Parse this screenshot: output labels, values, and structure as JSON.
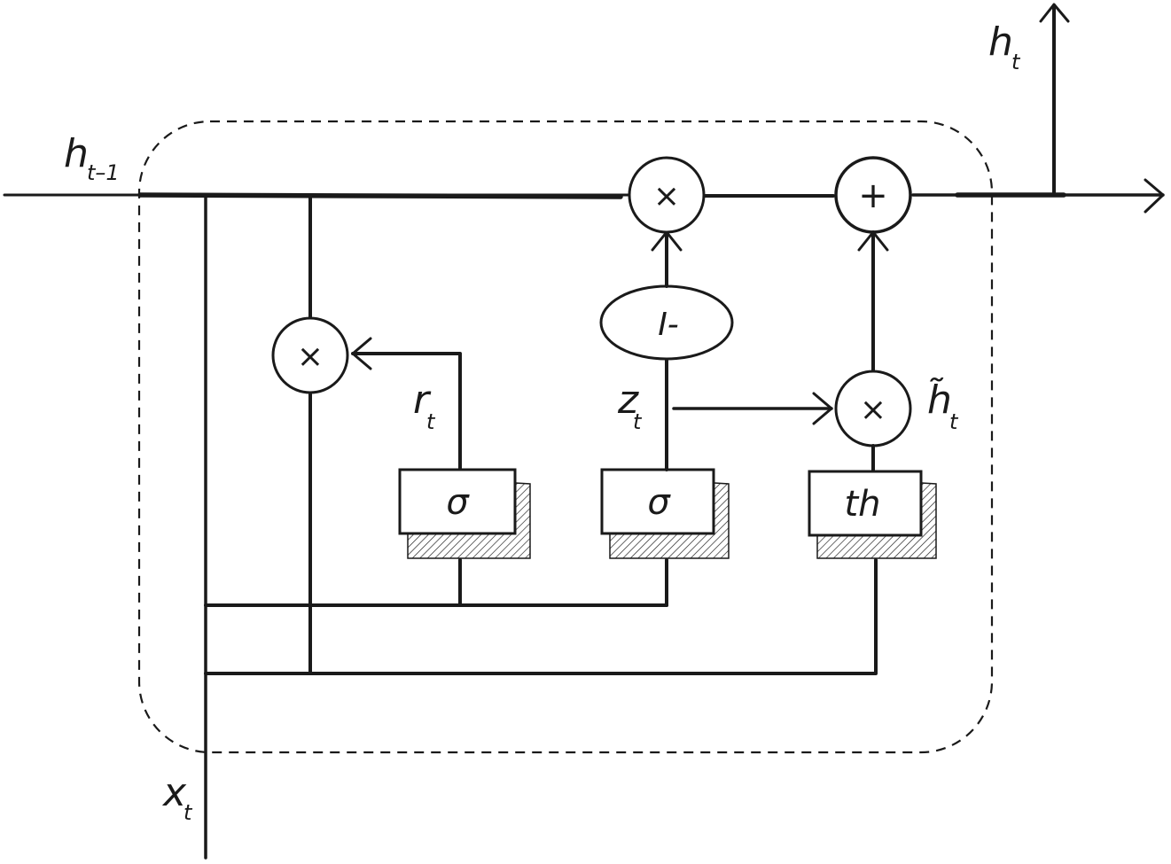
{
  "labels": {
    "h_prev": {
      "base": "h",
      "sub": "t–1"
    },
    "h_out": {
      "base": "h",
      "sub": "t"
    },
    "x_in": {
      "base": "x",
      "sub": "t"
    },
    "reset": {
      "base": "r",
      "sub": "t"
    },
    "update": {
      "base": "z",
      "sub": "t"
    },
    "candidate": {
      "base": "h̃",
      "sub": "t"
    }
  },
  "gates": {
    "reset_gate": "σ",
    "update_gate": "σ",
    "tanh_layer": "th"
  },
  "operators": {
    "reset_multiply": "×",
    "top_multiply": "×",
    "candidate_multiply": "×",
    "add": "+",
    "one_minus": "I-"
  },
  "colors": {
    "ink": "#1a1a1a",
    "background": "#ffffff"
  }
}
